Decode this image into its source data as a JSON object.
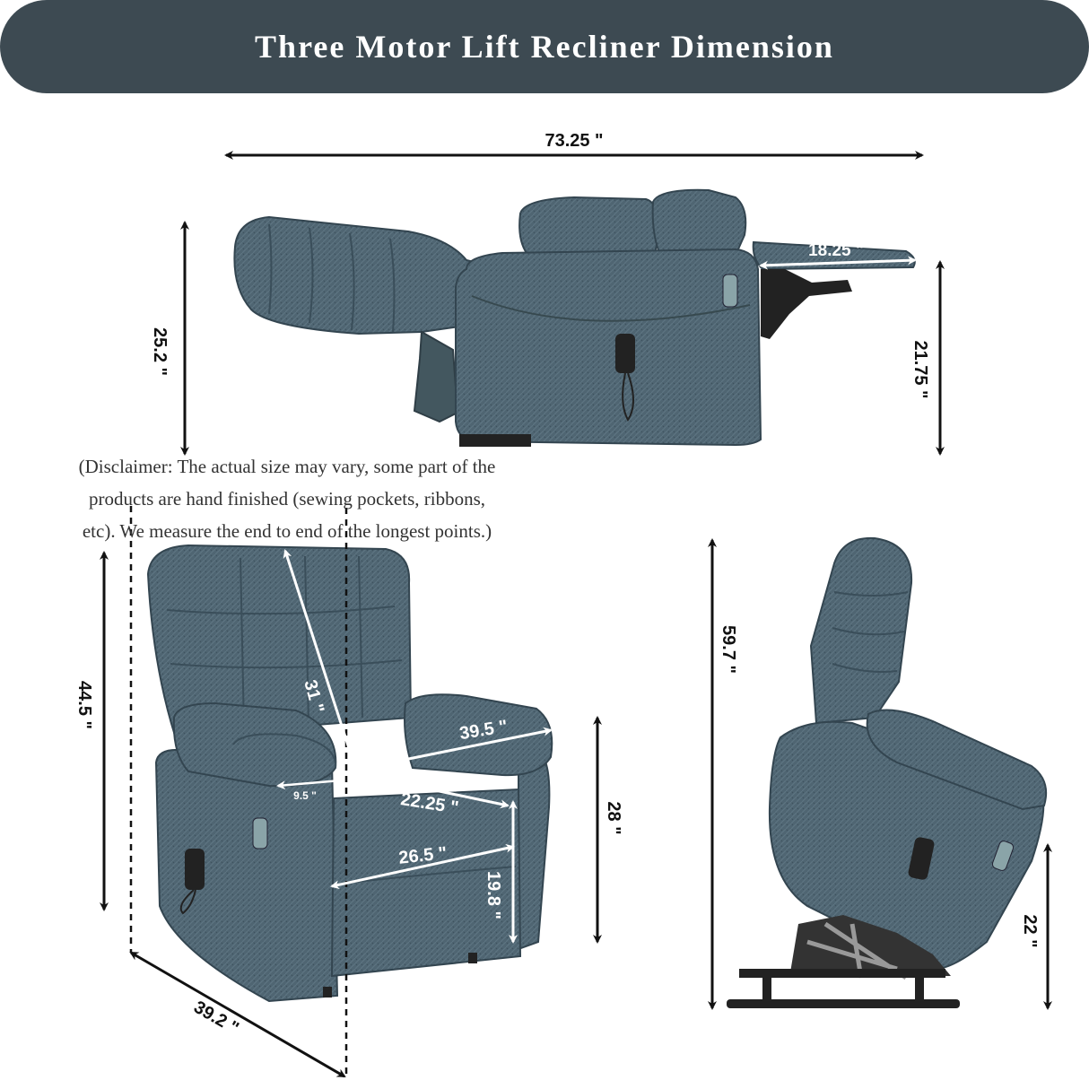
{
  "header": {
    "title": "Three Motor Lift Recliner Dimension"
  },
  "colors": {
    "banner": "#3d4a52",
    "fabric": "#4f6572",
    "fabric_dark": "#3c505c",
    "fabric_light": "#6c8290",
    "arrow": "#111111"
  },
  "reclined_view": {
    "overall_length": "73.25 \"",
    "overall_height": "25.2 \"",
    "footrest_length": "18.25 \"",
    "footrest_height": "21.75 \""
  },
  "front_view": {
    "total_height": "44.5 \"",
    "back_height": "31 \"",
    "arm_to_arm": "39.5 \"",
    "arm_width": "9.5 \"",
    "seat_width": "22.25 \"",
    "seat_depth": "26.5 \"",
    "seat_height": "19.8 \"",
    "arm_height": "28 \"",
    "depth": "39.2 \""
  },
  "lift_view": {
    "lifted_height": "59.7 \"",
    "lift_height": "22 \""
  },
  "disclaimer": {
    "line1": "(Disclaimer: The actual size may vary, some part of the",
    "line2": "products are hand finished (sewing pockets, ribbons,",
    "line3": "etc). We measure the end to end of the longest points.)"
  }
}
